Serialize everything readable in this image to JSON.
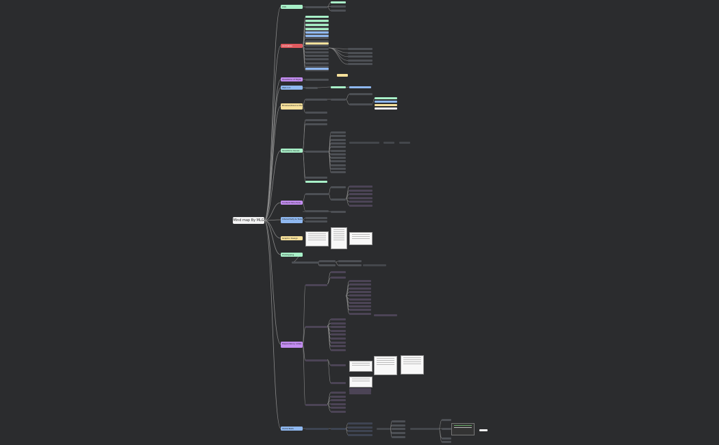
{
  "root": "Mind map By MLG",
  "branches": [
    {
      "label": "CSS",
      "color": "#a8f0c8"
    },
    {
      "label": "Animation",
      "color": "#e05a5f"
    },
    {
      "label": "Questions of Style",
      "color": "#c28cf0"
    },
    {
      "label": "Web 2.0",
      "color": "#8fb8f0"
    },
    {
      "label": "Browser/Device Manufacturer / OS",
      "color": "#f7e19b"
    },
    {
      "label": "Questions Issues",
      "color": "#a8f0c8"
    },
    {
      "label": "Content Structure",
      "color": "#c28cf0"
    },
    {
      "label": "Interactivity & Tools",
      "color": "#8fb8f0"
    },
    {
      "label": "Graphic Design",
      "color": "#f7e19b"
    },
    {
      "label": "Prototyping",
      "color": "#a8f0c8"
    },
    {
      "label": "Dependency notes",
      "color": "#c28cf0"
    },
    {
      "label": "UI/UX/Tests",
      "color": "#8fb8f0"
    }
  ],
  "colors": {
    "background": "#2b2c2e",
    "edge": "#8a8a8a",
    "leaf": "#4d5055",
    "green": "#a8f0c8",
    "blue": "#8fb8f0",
    "purple": "#c28cf0",
    "yellow": "#f7e19b",
    "red": "#e05a5f"
  }
}
